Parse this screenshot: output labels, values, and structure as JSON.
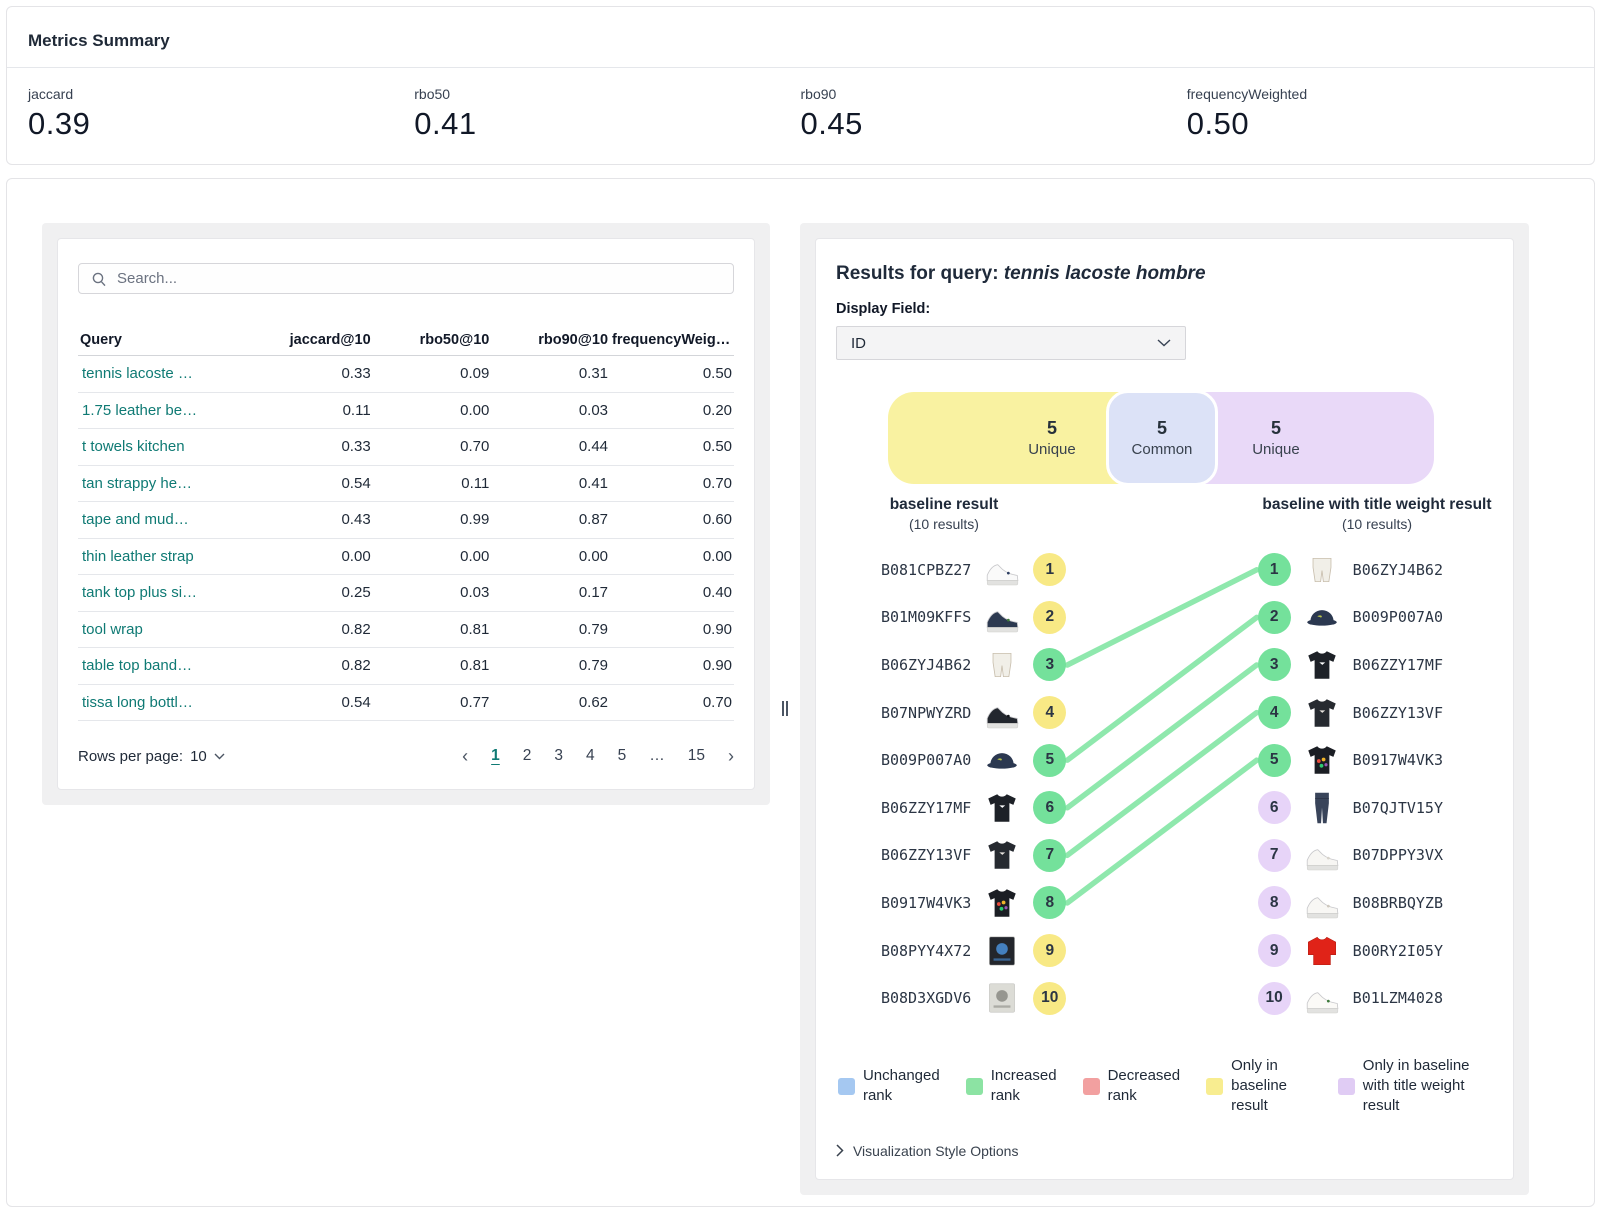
{
  "metrics_summary": {
    "title": "Metrics Summary",
    "metrics": [
      {
        "label": "jaccard",
        "value": "0.39"
      },
      {
        "label": "rbo50",
        "value": "0.41"
      },
      {
        "label": "rbo90",
        "value": "0.45"
      },
      {
        "label": "frequencyWeighted",
        "value": "0.50"
      }
    ]
  },
  "query_table": {
    "search_placeholder": "Search...",
    "columns": [
      "Query",
      "jaccard@10",
      "rbo50@10",
      "rbo90@10",
      "frequencyWeighted…"
    ],
    "rows": [
      {
        "query": "tennis lacoste …",
        "jaccard": "0.33",
        "rbo50": "0.09",
        "rbo90": "0.31",
        "freq": "0.50"
      },
      {
        "query": "1.75 leather be…",
        "jaccard": "0.11",
        "rbo50": "0.00",
        "rbo90": "0.03",
        "freq": "0.20"
      },
      {
        "query": "t towels kitchen",
        "jaccard": "0.33",
        "rbo50": "0.70",
        "rbo90": "0.44",
        "freq": "0.50"
      },
      {
        "query": "tan strappy he…",
        "jaccard": "0.54",
        "rbo50": "0.11",
        "rbo90": "0.41",
        "freq": "0.70"
      },
      {
        "query": "tape and mud…",
        "jaccard": "0.43",
        "rbo50": "0.99",
        "rbo90": "0.87",
        "freq": "0.60"
      },
      {
        "query": "thin leather strap",
        "jaccard": "0.00",
        "rbo50": "0.00",
        "rbo90": "0.00",
        "freq": "0.00"
      },
      {
        "query": "tank top plus si…",
        "jaccard": "0.25",
        "rbo50": "0.03",
        "rbo90": "0.17",
        "freq": "0.40"
      },
      {
        "query": "tool wrap",
        "jaccard": "0.82",
        "rbo50": "0.81",
        "rbo90": "0.79",
        "freq": "0.90"
      },
      {
        "query": "table top band…",
        "jaccard": "0.82",
        "rbo50": "0.81",
        "rbo90": "0.79",
        "freq": "0.90"
      },
      {
        "query": "tissa long bottl…",
        "jaccard": "0.54",
        "rbo50": "0.77",
        "rbo90": "0.62",
        "freq": "0.70"
      }
    ],
    "rows_per_page_label": "Rows per page:",
    "rows_per_page_value": "10",
    "pagination": {
      "prev": "‹",
      "next": "›",
      "pages": [
        "1",
        "2",
        "3",
        "4",
        "5",
        "…",
        "15"
      ],
      "active": "1"
    }
  },
  "results_panel": {
    "title_prefix": "Results for query: ",
    "query": "tennis lacoste hombre",
    "display_field_label": "Display Field:",
    "display_field_value": "ID",
    "venn": {
      "left": {
        "count": "5",
        "label": "Unique",
        "color": "#f9f2a1"
      },
      "common": {
        "count": "5",
        "label": "Common",
        "color": "#dce2f7"
      },
      "right": {
        "count": "5",
        "label": "Unique",
        "color": "#e9d9f8"
      }
    },
    "left_column": {
      "title": "baseline result",
      "subtitle": "(10 results)",
      "items": [
        {
          "id": "B081CPBZ27",
          "rank": "1",
          "status": "unique_baseline",
          "thumb": {
            "type": "shoe",
            "fill": "#fafafa",
            "accent": "#2e3f63"
          }
        },
        {
          "id": "B01M09KFFS",
          "rank": "2",
          "status": "unique_baseline",
          "thumb": {
            "type": "shoe",
            "fill": "#2c3950",
            "accent": "#3f7a3a"
          }
        },
        {
          "id": "B06ZYJ4B62",
          "rank": "3",
          "status": "increased",
          "thumb": {
            "type": "shorts",
            "fill": "#f1efe8",
            "accent": "#c9bfae"
          }
        },
        {
          "id": "B07NPWYZRD",
          "rank": "4",
          "status": "unique_baseline",
          "thumb": {
            "type": "shoe",
            "fill": "#23272e",
            "accent": "#111418"
          }
        },
        {
          "id": "B009P007A0",
          "rank": "5",
          "status": "increased",
          "thumb": {
            "type": "cap",
            "fill": "#2b3850",
            "accent": "#b7c24a"
          }
        },
        {
          "id": "B06ZZY17MF",
          "rank": "6",
          "status": "increased",
          "thumb": {
            "type": "tshirt",
            "fill": "#1d2127",
            "accent": "#ffffff"
          }
        },
        {
          "id": "B06ZZY13VF",
          "rank": "7",
          "status": "increased",
          "thumb": {
            "type": "tshirt",
            "fill": "#262a30",
            "accent": "#e8e4de"
          }
        },
        {
          "id": "B0917W4VK3",
          "rank": "8",
          "status": "increased",
          "thumb": {
            "type": "tshirt_graphic",
            "fill": "#1b1e24",
            "accent": "#f0b429"
          }
        },
        {
          "id": "B08PYY4X72",
          "rank": "9",
          "status": "unique_baseline",
          "thumb": {
            "type": "poster",
            "fill": "#23262c",
            "accent": "#4a90d9"
          }
        },
        {
          "id": "B08D3XGDV6",
          "rank": "10",
          "status": "unique_baseline",
          "thumb": {
            "type": "poster",
            "fill": "#dcdcd6",
            "accent": "#8a8a84"
          }
        }
      ]
    },
    "right_column": {
      "title": "baseline with title weight result",
      "subtitle": "(10 results)",
      "items": [
        {
          "id": "B06ZYJ4B62",
          "rank": "1",
          "status": "increased",
          "thumb": {
            "type": "shorts",
            "fill": "#f1efe8",
            "accent": "#c9bfae"
          }
        },
        {
          "id": "B009P007A0",
          "rank": "2",
          "status": "increased",
          "thumb": {
            "type": "cap",
            "fill": "#2b3850",
            "accent": "#b7c24a"
          }
        },
        {
          "id": "B06ZZY17MF",
          "rank": "3",
          "status": "increased",
          "thumb": {
            "type": "tshirt",
            "fill": "#1d2127",
            "accent": "#ffffff"
          }
        },
        {
          "id": "B06ZZY13VF",
          "rank": "4",
          "status": "increased",
          "thumb": {
            "type": "tshirt",
            "fill": "#262a30",
            "accent": "#e8e4de"
          }
        },
        {
          "id": "B0917W4VK3",
          "rank": "5",
          "status": "increased",
          "thumb": {
            "type": "tshirt_graphic",
            "fill": "#1b1e24",
            "accent": "#f0b429"
          }
        },
        {
          "id": "B07QJTV15Y",
          "rank": "6",
          "status": "unique_title",
          "thumb": {
            "type": "jeans",
            "fill": "#39445a",
            "accent": "#2b3445"
          }
        },
        {
          "id": "B07DPPY3VX",
          "rank": "7",
          "status": "unique_title",
          "thumb": {
            "type": "shoe",
            "fill": "#f7f6f3",
            "accent": "#d8d4cc"
          }
        },
        {
          "id": "B08BRBQYZB",
          "rank": "8",
          "status": "unique_title",
          "thumb": {
            "type": "shoe",
            "fill": "#f8f7f4",
            "accent": "#cfc9be"
          }
        },
        {
          "id": "B00RY2I05Y",
          "rank": "9",
          "status": "unique_title",
          "thumb": {
            "type": "sweater",
            "fill": "#e02318",
            "accent": "#b51c12"
          }
        },
        {
          "id": "B01LZM4028",
          "rank": "10",
          "status": "unique_title",
          "thumb": {
            "type": "shoe",
            "fill": "#fbfaf7",
            "accent": "#3d7a3b"
          }
        }
      ]
    },
    "connections": [
      {
        "from_rank": 3,
        "to_rank": 1
      },
      {
        "from_rank": 5,
        "to_rank": 2
      },
      {
        "from_rank": 6,
        "to_rank": 3
      },
      {
        "from_rank": 7,
        "to_rank": 4
      },
      {
        "from_rank": 8,
        "to_rank": 5
      }
    ],
    "connector_color": "#8fe8ad",
    "badge_colors": {
      "increased": "#74e19b",
      "unique_baseline": "#f8e985",
      "unique_title": "#e7d4f8"
    },
    "legend": [
      {
        "label": "Unchanged rank",
        "color": "#a5c8f1"
      },
      {
        "label": "Increased rank",
        "color": "#8ce3a3"
      },
      {
        "label": "Decreased rank",
        "color": "#f2a0a0"
      },
      {
        "label": "Only in baseline result",
        "color": "#f8ed90"
      },
      {
        "label": "Only in baseline with title weight result",
        "color": "#e0ccf4"
      }
    ],
    "style_options_label": "Visualization Style Options"
  }
}
